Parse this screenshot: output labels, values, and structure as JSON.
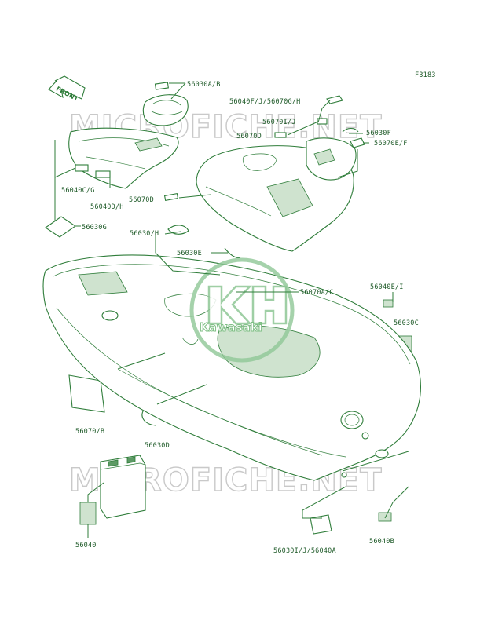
{
  "figure_code": "F3183",
  "front_label": "FRONT",
  "watermark": "MICROFICHE.NET",
  "logo_text": "Kawasaki",
  "colors": {
    "line": "#2f7d3a",
    "fill_light": "#cfe3cf",
    "watermark": "#c9c9c9"
  },
  "labels": {
    "l56030ab": "56030A/B",
    "l56040fj": "56040F/J/56070G/H",
    "l56070ij": "56070I/J",
    "l56030f": "56030F",
    "l56070d_top": "56070D",
    "l56070ef": "56070E/F",
    "l56040cg": "56040C/G",
    "l56040dh": "56040D/H",
    "l56070d_mid": "56070D",
    "l56030g": "56030G",
    "l56030h": "56030/H",
    "l56030e": "56030E",
    "l56070ac": "56070A/C",
    "l56040ei": "56040E/I",
    "l56030c": "56030C",
    "l56070b": "56070/B",
    "l56030d": "56030D",
    "l56040": "56040",
    "l56030ij": "56030I/J/56040A",
    "l56040b": "56040B"
  }
}
